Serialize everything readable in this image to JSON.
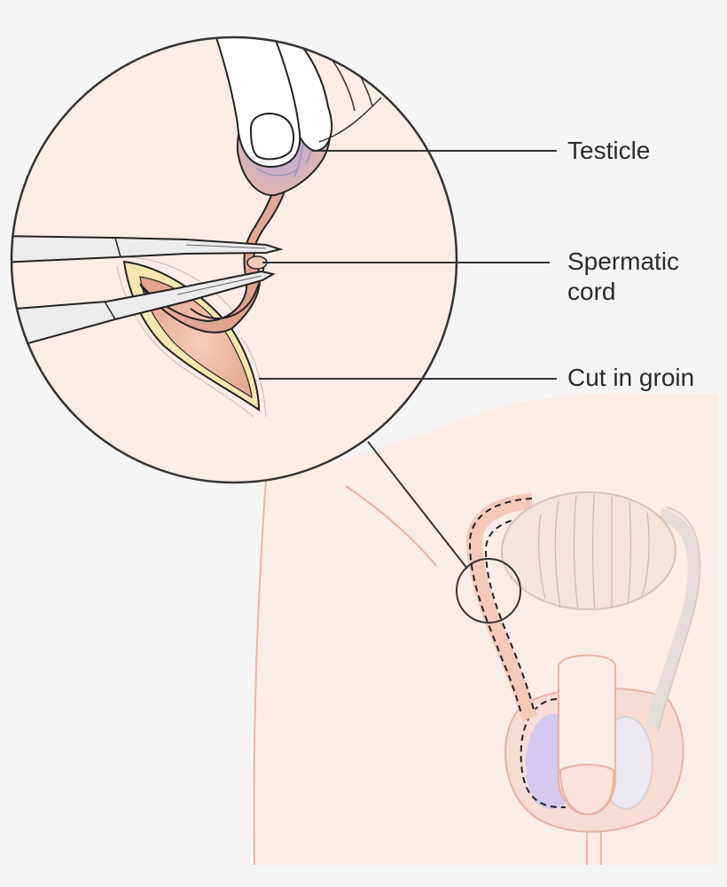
{
  "labels": {
    "testicle": "Testicle",
    "spermatic_cord": {
      "line1": "Spermatic",
      "line2": "cord"
    },
    "cut_in_groin": "Cut in groin"
  },
  "colors": {
    "background": "#f5f5f5",
    "skin": "#fbece6",
    "skin_outline": "#e9b3a2",
    "outline": "#333333",
    "testicle_blue": "#b9b7ea",
    "cord_pink": "#e3a894",
    "wound_yellow": "#f8e6b0",
    "instrument": "#ececec"
  }
}
